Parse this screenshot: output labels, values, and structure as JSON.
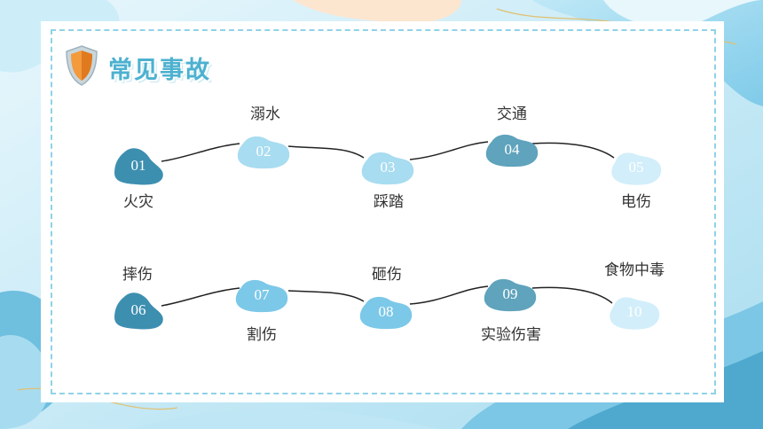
{
  "title": "常见事故",
  "colors": {
    "dark": "#3d8fb0",
    "mid": "#7cc8e8",
    "light": "#a8dcf0",
    "steel": "#5fa3bc",
    "pale": "#d2eefa"
  },
  "row1": [
    {
      "num": "01",
      "label": "火灾"
    },
    {
      "num": "02",
      "label": "溺水"
    },
    {
      "num": "03",
      "label": "踩踏"
    },
    {
      "num": "04",
      "label": "交通"
    },
    {
      "num": "05",
      "label": "电伤"
    }
  ],
  "row2": [
    {
      "num": "06",
      "label": "摔伤"
    },
    {
      "num": "07",
      "label": "割伤"
    },
    {
      "num": "08",
      "label": "砸伤"
    },
    {
      "num": "09",
      "label": "实验伤害"
    },
    {
      "num": "10",
      "label": "食物中毒"
    }
  ]
}
